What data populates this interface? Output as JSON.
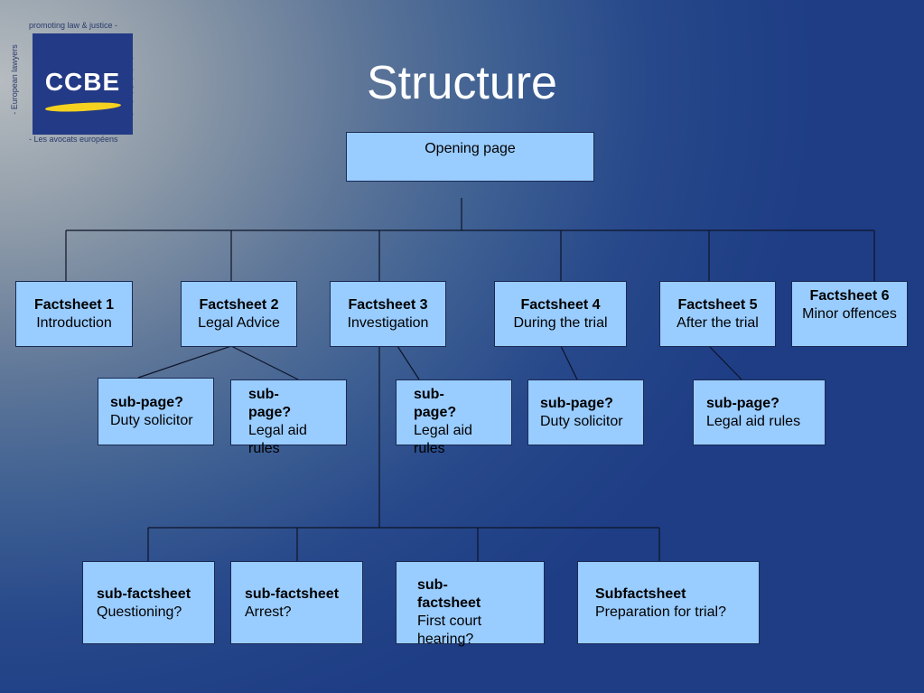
{
  "logo": {
    "brand": "CCBE",
    "top_text": "promoting law & justice -",
    "left_text": "- European lawyers",
    "right_text": "pour le droit & la justice",
    "bottom_text": "- Les avocats européens"
  },
  "title": "Structure",
  "opening": {
    "label": "Opening page"
  },
  "factsheets": [
    {
      "title": "Factsheet 1",
      "subtitle": "Introduction"
    },
    {
      "title": "Factsheet 2",
      "subtitle": "Legal Advice"
    },
    {
      "title": "Factsheet 3",
      "subtitle": "Investigation"
    },
    {
      "title": "Factsheet 4",
      "subtitle": "During the trial"
    },
    {
      "title": "Factsheet 5",
      "subtitle": "After the trial"
    },
    {
      "title": "Factsheet 6",
      "subtitle": "Minor offences"
    }
  ],
  "subpages": [
    {
      "title": "sub-page?",
      "subtitle": "Duty solicitor"
    },
    {
      "title": "sub-page?",
      "subtitle": "Legal aid rules"
    },
    {
      "title": "sub-page?",
      "subtitle": "Legal aid rules"
    },
    {
      "title": "sub-page?",
      "subtitle": "Duty solicitor"
    },
    {
      "title": "sub-page?",
      "subtitle": "Legal aid rules"
    }
  ],
  "subfactsheets": [
    {
      "title": "sub-factsheet",
      "subtitle": "Questioning?"
    },
    {
      "title": "sub-factsheet",
      "subtitle": "Arrest?"
    },
    {
      "title": "sub-factsheet",
      "subtitle": "First court hearing?"
    },
    {
      "title": "Subfactsheet",
      "subtitle": "Preparation for trial?"
    }
  ]
}
